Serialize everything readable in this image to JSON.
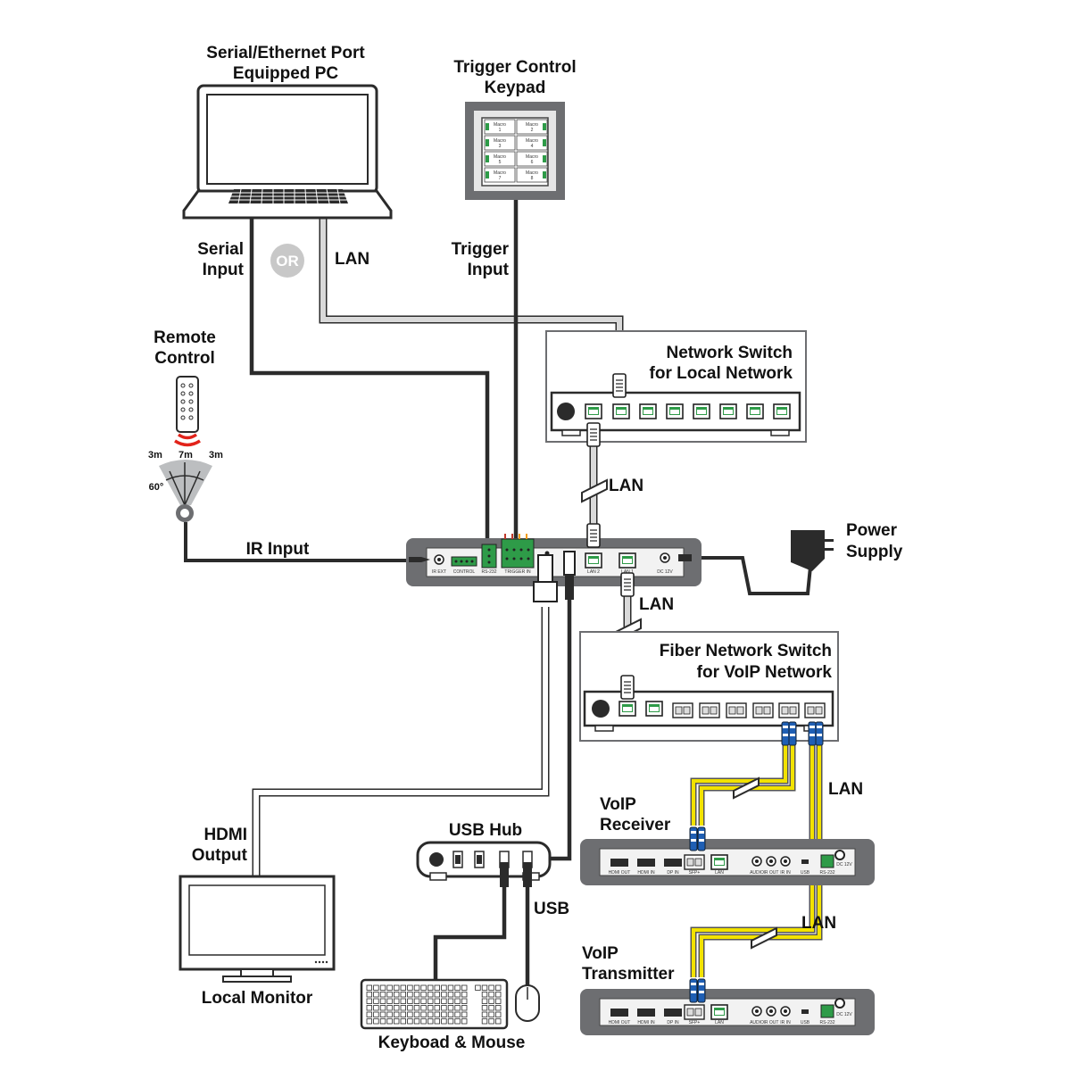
{
  "labels": {
    "pc_line1": "Serial/Ethernet Port",
    "pc_line2": "Equipped PC",
    "keypad_line1": "Trigger Control",
    "keypad_line2": "Keypad",
    "serial_input_1": "Serial",
    "serial_input_2": "Input",
    "or": "OR",
    "lan_pc": "LAN",
    "trigger_input_1": "Trigger",
    "trigger_input_2": "Input",
    "remote_line1": "Remote",
    "remote_line2": "Control",
    "range_left": "3m",
    "range_mid": "7m",
    "range_right": "3m",
    "angle": "60°",
    "ir_input": "IR Input",
    "switch_local_1": "Network Switch",
    "switch_local_2": "for Local Network",
    "lan_switch_to_unit": "LAN",
    "power_1": "Power",
    "power_2": "Supply",
    "lan_unit_to_fiber": "LAN",
    "fiber_switch_1": "Fiber Network Switch",
    "fiber_switch_2": "for VoIP Network",
    "lan_fiber_right": "LAN",
    "voip_rx_1": "VoIP",
    "voip_rx_2": "Receiver",
    "hdmi_out_1": "HDMI",
    "hdmi_out_2": "Output",
    "usb_hub": "USB Hub",
    "usb": "USB",
    "lan_fiber_lower": "LAN",
    "voip_tx_1": "VoIP",
    "voip_tx_2": "Transmitter",
    "local_monitor": "Local Monitor",
    "keyboard_mouse": "Keyboad & Mouse"
  },
  "keypad_buttons": [
    "Macro 1",
    "Macro 2",
    "Macro 3",
    "Macro 4",
    "Macro 5",
    "Macro 6",
    "Macro 7",
    "Macro 8"
  ],
  "main_unit_ports": [
    "IR EXT",
    "CONTROL",
    "RS-232",
    "TRIGGER IN",
    "LAN 2",
    "LAN 1",
    "DC 12V"
  ],
  "voip_ports": [
    "HDMI OUT",
    "HDMI IN",
    "DP IN",
    "SFP+",
    "LAN",
    "AUDIO",
    "IR OUT",
    "IR IN",
    "USB",
    "RS-232",
    "DC 12V"
  ],
  "colors": {
    "device_gray": "#6d6e71",
    "panel_light": "#f2f2f2",
    "fiber_yellow": "#f2e200",
    "fiber_blue": "#1f5fb4",
    "port_green": "#2e9b48",
    "ir_red": "#e2231a",
    "cable_dark": "#2b2b2b",
    "cable_light": "#d9d9d9"
  },
  "icons": [
    "laptop-icon",
    "keypad-icon",
    "remote-control-icon",
    "power-adapter-icon",
    "network-switch-icon",
    "fiber-switch-icon",
    "usb-hub-icon",
    "monitor-icon",
    "keyboard-icon",
    "mouse-icon"
  ]
}
